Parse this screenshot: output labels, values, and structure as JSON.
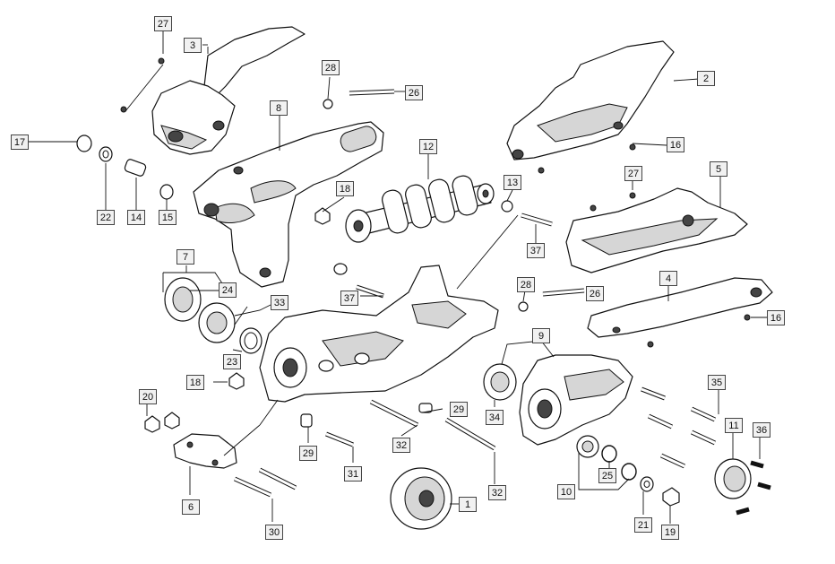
{
  "diagram": {
    "callouts": [
      {
        "id": "c1",
        "label": "1"
      },
      {
        "id": "c2",
        "label": "2"
      },
      {
        "id": "c3",
        "label": "3"
      },
      {
        "id": "c4",
        "label": "4"
      },
      {
        "id": "c5",
        "label": "5"
      },
      {
        "id": "c6",
        "label": "6"
      },
      {
        "id": "c7",
        "label": "7"
      },
      {
        "id": "c8",
        "label": "8"
      },
      {
        "id": "c9",
        "label": "9"
      },
      {
        "id": "c10",
        "label": "10"
      },
      {
        "id": "c11",
        "label": "11"
      },
      {
        "id": "c12",
        "label": "12"
      },
      {
        "id": "c13",
        "label": "13"
      },
      {
        "id": "c14",
        "label": "14"
      },
      {
        "id": "c15",
        "label": "15"
      },
      {
        "id": "c16a",
        "label": "16"
      },
      {
        "id": "c16b",
        "label": "16"
      },
      {
        "id": "c17",
        "label": "17"
      },
      {
        "id": "c18a",
        "label": "18"
      },
      {
        "id": "c18b",
        "label": "18"
      },
      {
        "id": "c19",
        "label": "19"
      },
      {
        "id": "c20",
        "label": "20"
      },
      {
        "id": "c21",
        "label": "21"
      },
      {
        "id": "c22",
        "label": "22"
      },
      {
        "id": "c23",
        "label": "23"
      },
      {
        "id": "c24",
        "label": "24"
      },
      {
        "id": "c25",
        "label": "25"
      },
      {
        "id": "c26a",
        "label": "26"
      },
      {
        "id": "c26b",
        "label": "26"
      },
      {
        "id": "c27a",
        "label": "27"
      },
      {
        "id": "c27b",
        "label": "27"
      },
      {
        "id": "c28a",
        "label": "28"
      },
      {
        "id": "c28b",
        "label": "28"
      },
      {
        "id": "c29a",
        "label": "29"
      },
      {
        "id": "c29b",
        "label": "29"
      },
      {
        "id": "c30",
        "label": "30"
      },
      {
        "id": "c31",
        "label": "31"
      },
      {
        "id": "c32a",
        "label": "32"
      },
      {
        "id": "c32b",
        "label": "32"
      },
      {
        "id": "c33",
        "label": "33"
      },
      {
        "id": "c34",
        "label": "34"
      },
      {
        "id": "c35",
        "label": "35"
      },
      {
        "id": "c36",
        "label": "36"
      },
      {
        "id": "c37a",
        "label": "37"
      },
      {
        "id": "c37b",
        "label": "37"
      }
    ]
  }
}
